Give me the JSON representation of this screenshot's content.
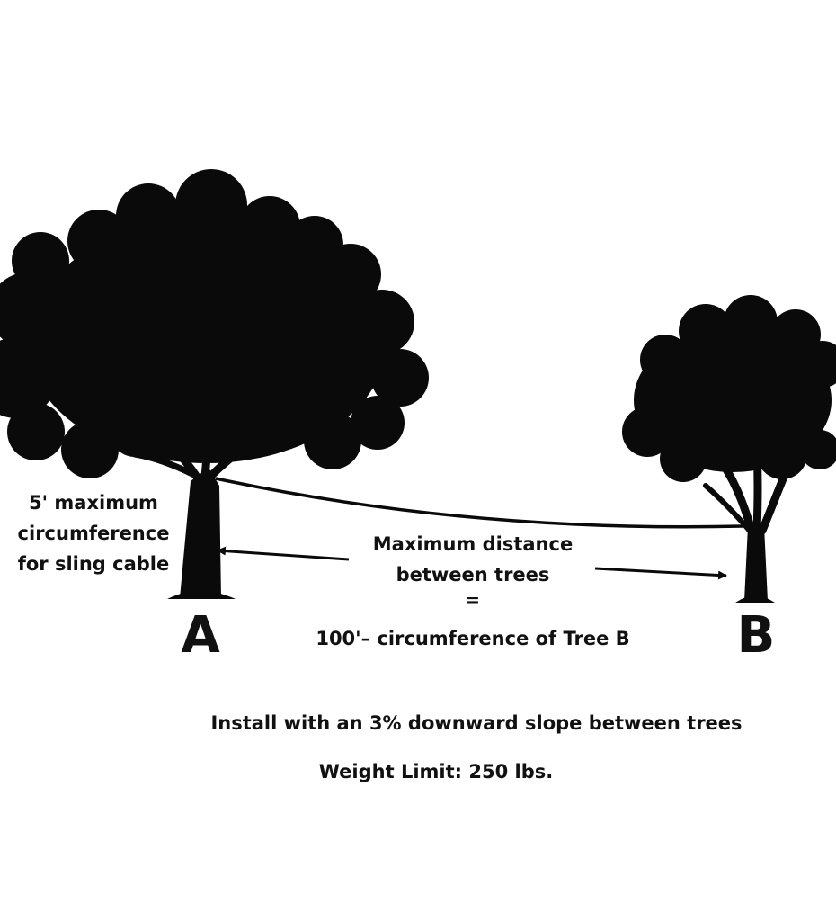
{
  "labels": {
    "circumference_line1": "5' maximum",
    "circumference_line2": "circumference",
    "circumference_line3": "for sling cable",
    "distance_line1": "Maximum distance",
    "distance_line2": "between trees",
    "distance_equals": "=",
    "distance_formula": "100'– circumference of Tree B",
    "tree_a": "A",
    "tree_b": "B",
    "slope_note": "Install with an 3% downward slope between trees",
    "weight_limit": "Weight Limit: 250 lbs."
  },
  "colors": {
    "silhouette": "#0a0a0a",
    "text": "#111111",
    "background": "#ffffff"
  }
}
